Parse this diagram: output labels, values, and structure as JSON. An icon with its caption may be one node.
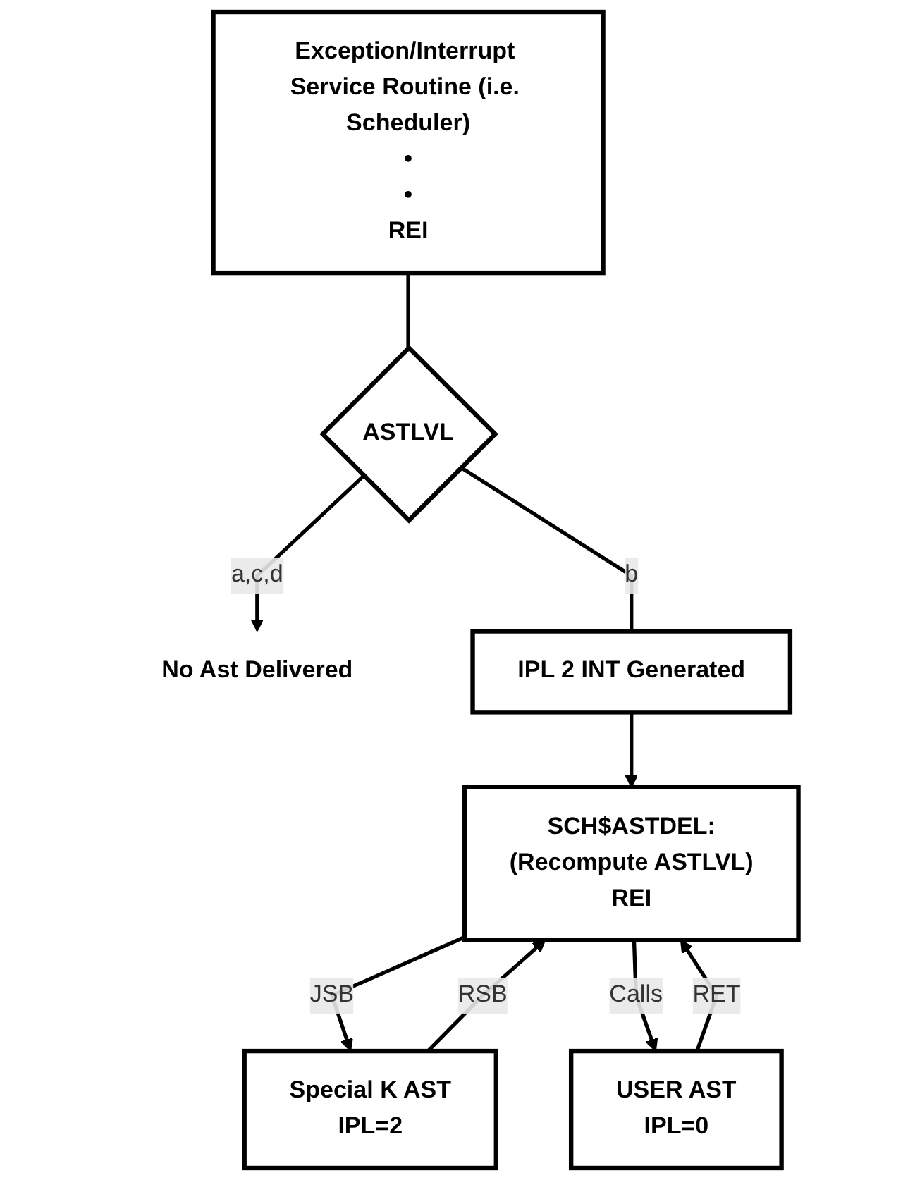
{
  "diagram": {
    "nodes": [
      {
        "text": [
          "Exception/Interrupt Service Routine (i.e. Scheduler)",
          "•",
          "•",
          "REI"
        ]
      },
      {
        "text": [
          "ASTLVL"
        ]
      },
      {
        "text": [
          "No Ast Delivered"
        ]
      },
      {
        "text": [
          "IPL 2 INT Generated"
        ]
      },
      {
        "text": [
          "SCH$ASTDEL:",
          "(Recompute ASTLVL)",
          "REI"
        ]
      },
      {
        "text": [
          "Special K AST",
          "IPL=2"
        ]
      },
      {
        "text": [
          "USER AST",
          "IPL=0"
        ]
      }
    ],
    "edges": [
      {
        "from": 0,
        "to": 1,
        "arrow": "none"
      },
      {
        "from": 1,
        "to": 2,
        "arrow": "to",
        "label": "a,c,d"
      },
      {
        "from": 1,
        "to": 3,
        "arrow": "none",
        "label": "b"
      },
      {
        "from": 3,
        "to": 4,
        "arrow": "to"
      },
      {
        "from": 4,
        "to": 5,
        "arrow": "to",
        "label": "JSB"
      },
      {
        "from": 5,
        "to": 4,
        "arrow": "to",
        "label": "RSB"
      },
      {
        "from": 4,
        "to": 6,
        "arrow": "to",
        "label": "Calls"
      },
      {
        "from": 6,
        "to": 4,
        "arrow": "to",
        "label": "RET"
      }
    ]
  }
}
